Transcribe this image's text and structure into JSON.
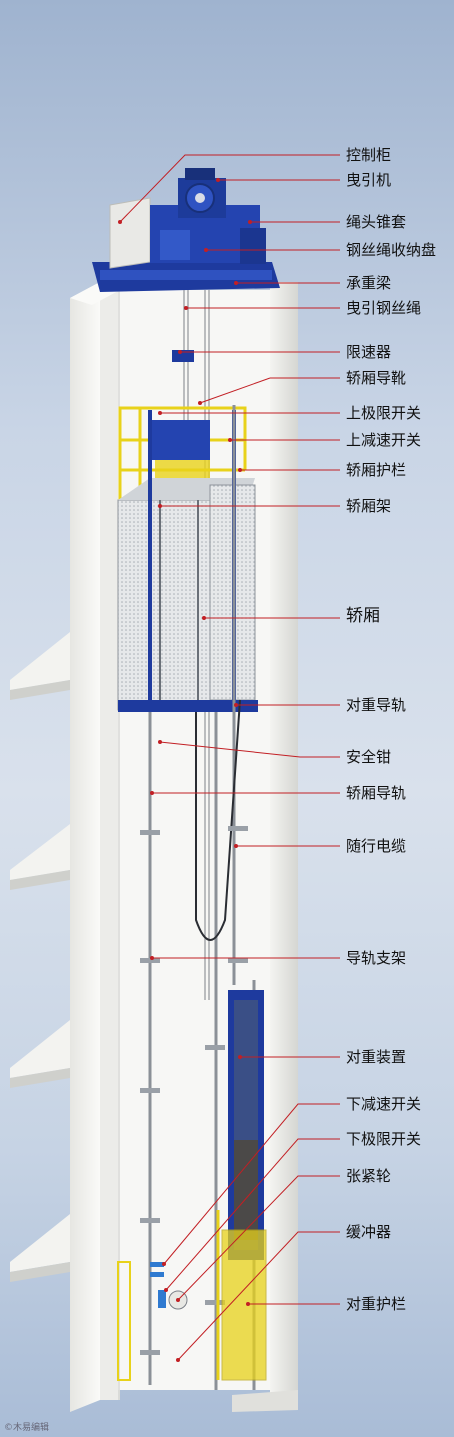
{
  "colors": {
    "leader": "#c21f24",
    "machine_blue": "#1e3a9e",
    "rail_yellow": "#e8d21a",
    "wall": "#f2f2ef",
    "wall_shade": "#d8d9d6"
  },
  "labels": [
    {
      "id": "control-cabinet",
      "text": "控制柜"
    },
    {
      "id": "traction-machine",
      "text": "曳引机"
    },
    {
      "id": "rope-socket",
      "text": "绳头锥套"
    },
    {
      "id": "rope-reel",
      "text": "钢丝绳收纳盘"
    },
    {
      "id": "load-beam",
      "text": "承重梁"
    },
    {
      "id": "traction-rope",
      "text": "曳引钢丝绳"
    },
    {
      "id": "speed-governor",
      "text": "限速器"
    },
    {
      "id": "car-guide-shoe",
      "text": "轿厢导靴"
    },
    {
      "id": "upper-limit-switch",
      "text": "上极限开关"
    },
    {
      "id": "upper-slowdown-switch",
      "text": "上减速开关"
    },
    {
      "id": "car-guardrail",
      "text": "轿厢护栏"
    },
    {
      "id": "car-frame",
      "text": "轿厢架"
    },
    {
      "id": "car",
      "text": "轿厢"
    },
    {
      "id": "counterweight-rail",
      "text": "对重导轨"
    },
    {
      "id": "safety-gear",
      "text": "安全钳"
    },
    {
      "id": "car-rail",
      "text": "轿厢导轨"
    },
    {
      "id": "traveling-cable",
      "text": "随行电缆"
    },
    {
      "id": "rail-bracket",
      "text": "导轨支架"
    },
    {
      "id": "counterweight",
      "text": "对重装置"
    },
    {
      "id": "lower-slowdown-switch",
      "text": "下减速开关"
    },
    {
      "id": "lower-limit-switch",
      "text": "下极限开关"
    },
    {
      "id": "tension-pulley",
      "text": "张紧轮"
    },
    {
      "id": "buffer",
      "text": "缓冲器"
    },
    {
      "id": "counterweight-guard",
      "text": "对重护栏"
    }
  ],
  "watermark": "©木易编辑"
}
